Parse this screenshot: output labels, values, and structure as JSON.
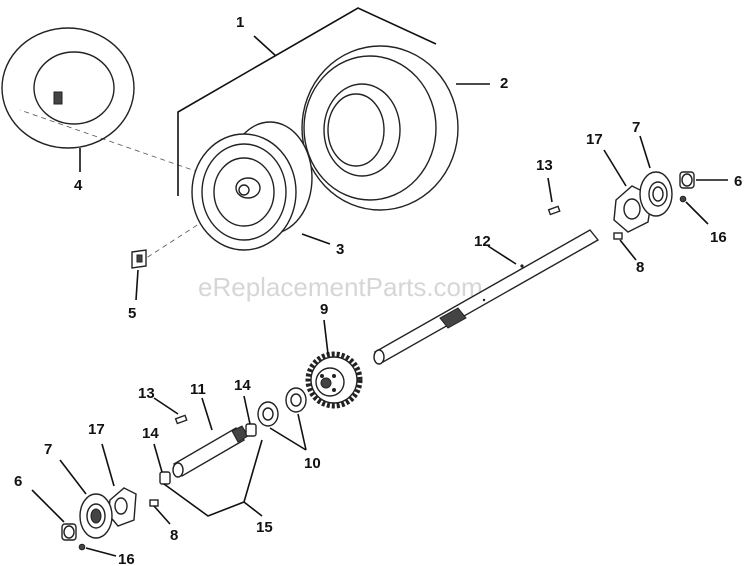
{
  "watermark": "eReplacementParts.com",
  "callouts": [
    "1",
    "2",
    "3",
    "4",
    "5",
    "6",
    "7",
    "8",
    "9",
    "10",
    "11",
    "12",
    "13",
    "14",
    "15",
    "16",
    "17"
  ],
  "colors": {
    "line": "#222222",
    "watermark": "#d6d6d6",
    "background": "#ffffff"
  }
}
